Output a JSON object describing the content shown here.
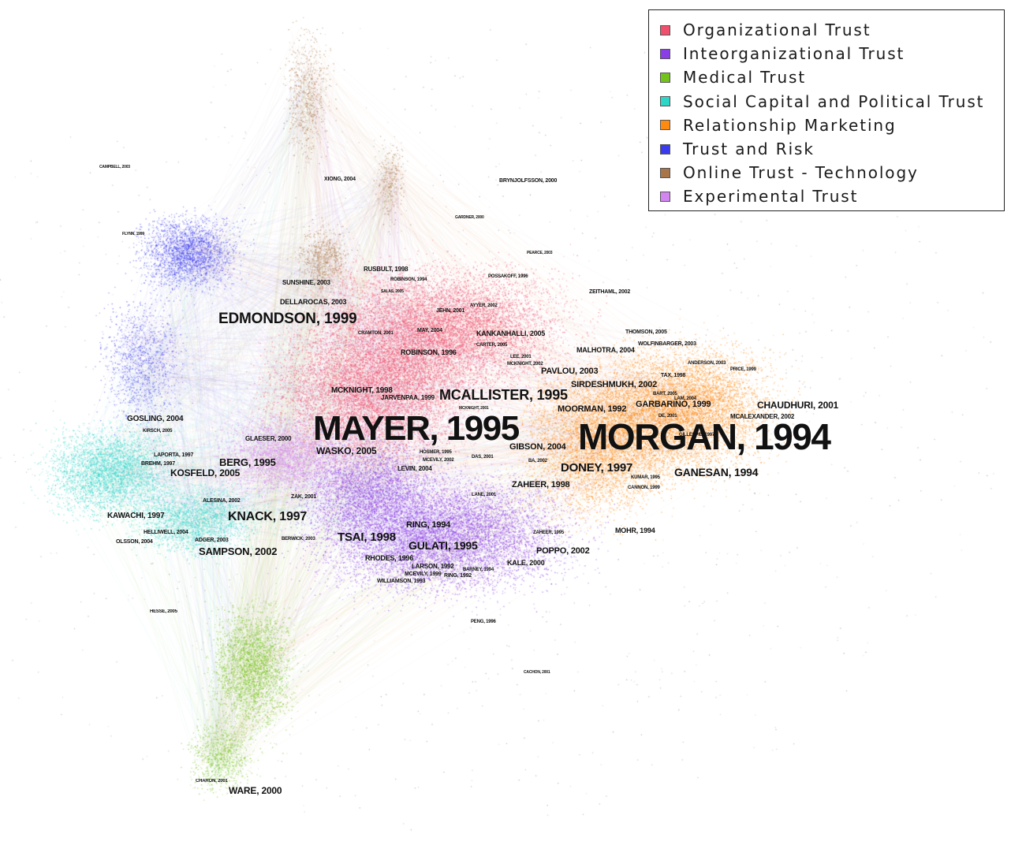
{
  "legend": {
    "items": [
      {
        "label": "Organizational Trust",
        "color": "#f0506e"
      },
      {
        "label": "Inteorganizational Trust",
        "color": "#8a3ee6"
      },
      {
        "label": "Medical Trust",
        "color": "#74c21c"
      },
      {
        "label": "Social Capital and Political Trust",
        "color": "#2ed6c8"
      },
      {
        "label": "Relationship Marketing",
        "color": "#ff8a10"
      },
      {
        "label": "Trust and Risk",
        "color": "#3a3aee"
      },
      {
        "label": "Online Trust - Technology",
        "color": "#a8754a"
      },
      {
        "label": "Experimental Trust",
        "color": "#d486f0"
      }
    ]
  },
  "nodes": [
    {
      "text": "MORGAN, 1994",
      "cluster": 4
    },
    {
      "text": "MAYER, 1995",
      "cluster": 0
    },
    {
      "text": "EDMONDSON, 1999",
      "cluster": 5
    },
    {
      "text": "MCALLISTER, 1995",
      "cluster": 0
    },
    {
      "text": "KNACK, 1997",
      "cluster": 3
    },
    {
      "text": "TSAI, 1998",
      "cluster": 1
    },
    {
      "text": "GULATI, 1995",
      "cluster": 1
    },
    {
      "text": "DONEY, 1997",
      "cluster": 4
    },
    {
      "text": "GANESAN, 1994",
      "cluster": 4
    },
    {
      "text": "BERG, 1995",
      "cluster": 7
    },
    {
      "text": "KOSFELD, 2005",
      "cluster": 7
    },
    {
      "text": "SAMPSON, 2002",
      "cluster": 3
    },
    {
      "text": "WARE, 2000",
      "cluster": 2
    },
    {
      "text": "CHAUDHURI, 2001",
      "cluster": 4
    },
    {
      "text": "WASKO, 2005",
      "cluster": 0
    },
    {
      "text": "GIBSON, 2004",
      "cluster": 0
    },
    {
      "text": "MOORMAN, 1992",
      "cluster": 4
    },
    {
      "text": "GARBARINO, 1999",
      "cluster": 4
    },
    {
      "text": "SIRDESHMUKH, 2002",
      "cluster": 4
    },
    {
      "text": "PAVLOU, 2003",
      "cluster": 0
    },
    {
      "text": "KANKANHALLI, 2005",
      "cluster": 0
    },
    {
      "text": "ZAHEER, 1998",
      "cluster": 1
    },
    {
      "text": "RING, 1994",
      "cluster": 1
    },
    {
      "text": "POPPO, 2002",
      "cluster": 1
    },
    {
      "text": "GOSLING, 2004",
      "cluster": 3
    },
    {
      "text": "KAWACHI, 1997",
      "cluster": 3
    },
    {
      "text": "MCKNIGHT, 1998",
      "cluster": 0
    },
    {
      "text": "ROBINSON, 1996",
      "cluster": 0
    },
    {
      "text": "MALHOTRA, 2004",
      "cluster": 0
    },
    {
      "text": "MOHR, 1994",
      "cluster": 4
    },
    {
      "text": "RHODES, 1996",
      "cluster": 1
    },
    {
      "text": "KALE, 2000",
      "cluster": 1
    },
    {
      "text": "SUNSHINE, 2003",
      "cluster": 0
    },
    {
      "text": "DELLAROCAS, 2003",
      "cluster": 6
    },
    {
      "text": "RUSBULT, 1998",
      "cluster": 0
    },
    {
      "text": "JARVENPAA, 1999",
      "cluster": 0
    },
    {
      "text": "LEVIN, 2004",
      "cluster": 1
    },
    {
      "text": "ALESINA, 2002",
      "cluster": 3
    },
    {
      "text": "BREHM, 1997",
      "cluster": 3
    },
    {
      "text": "LAPORTA, 1997",
      "cluster": 3
    },
    {
      "text": "OLSSON, 2004",
      "cluster": 3
    },
    {
      "text": "HELLIWELL, 2004",
      "cluster": 3
    },
    {
      "text": "ADGER, 2003",
      "cluster": 3
    },
    {
      "text": "GLAESER, 2000",
      "cluster": 7
    },
    {
      "text": "ZAK, 2001",
      "cluster": 7
    },
    {
      "text": "LARSON, 1992",
      "cluster": 1
    },
    {
      "text": "RING, 1992",
      "cluster": 1
    },
    {
      "text": "WILLIAMSON, 1993",
      "cluster": 1
    },
    {
      "text": "MCEVILY, 1999",
      "cluster": 1
    },
    {
      "text": "JEHN, 2001",
      "cluster": 0
    },
    {
      "text": "MAY, 2004",
      "cluster": 0
    },
    {
      "text": "THOMSON, 2005",
      "cluster": 4
    },
    {
      "text": "WOLFINBARGER, 2003",
      "cluster": 4
    },
    {
      "text": "TAX, 1998",
      "cluster": 4
    },
    {
      "text": "ZEITHAML, 2002",
      "cluster": 4
    },
    {
      "text": "MCALEXANDER, 2002",
      "cluster": 4
    },
    {
      "text": "XIONG, 2004",
      "cluster": 6
    },
    {
      "text": "BRYNJOLFSSON, 2000",
      "cluster": 6
    },
    {
      "text": "FLYNN, 1999",
      "cluster": 5
    },
    {
      "text": "PENG, 1996",
      "cluster": 1
    },
    {
      "text": "CHARON, 2001",
      "cluster": 2
    },
    {
      "text": "HESSE, 2005",
      "cluster": 2
    },
    {
      "text": "CAMPBELL, 2003",
      "cluster": 5
    },
    {
      "text": "KIRSCH, 2005",
      "cluster": 3
    },
    {
      "text": "CACHON, 2001",
      "cluster": 1
    },
    {
      "text": "BERWICK, 2003",
      "cluster": 2
    },
    {
      "text": "ROBINSON, 1994",
      "cluster": 0
    },
    {
      "text": "POSSAKOFF, 1996",
      "cluster": 0
    },
    {
      "text": "CARTER, 2005",
      "cluster": 0
    },
    {
      "text": "CRAMTON, 2001",
      "cluster": 0
    },
    {
      "text": "LANE, 2001",
      "cluster": 1
    },
    {
      "text": "HOSMER, 1995",
      "cluster": 0
    },
    {
      "text": "DAS, 2001",
      "cluster": 1
    },
    {
      "text": "BA, 2002",
      "cluster": 0
    },
    {
      "text": "ANDERSON, 2003",
      "cluster": 4
    },
    {
      "text": "KUMAR, 1995",
      "cluster": 4
    },
    {
      "text": "CANNON, 1999",
      "cluster": 4
    },
    {
      "text": "ZAHEER, 1995",
      "cluster": 1
    },
    {
      "text": "MCKNIGHT, 2002",
      "cluster": 0
    },
    {
      "text": "BARNEY, 1994",
      "cluster": 1
    },
    {
      "text": "GARDNER, 2000",
      "cluster": 6
    },
    {
      "text": "PEARCE, 2003",
      "cluster": 0
    },
    {
      "text": "SALAS, 2005",
      "cluster": 0
    },
    {
      "text": "AYYER, 2002",
      "cluster": 0
    },
    {
      "text": "LEE, 2001",
      "cluster": 0
    },
    {
      "text": "GILLESPIE, 1997",
      "cluster": 4
    },
    {
      "text": "MCKNIGHT, 2001",
      "cluster": 0
    },
    {
      "text": "MCEVILY, 2002",
      "cluster": 1
    },
    {
      "text": "LAM, 2004",
      "cluster": 4
    },
    {
      "text": "DE, 2001",
      "cluster": 4
    },
    {
      "text": "BART, 2005",
      "cluster": 4
    },
    {
      "text": "PRICE, 1999",
      "cluster": 4
    }
  ]
}
